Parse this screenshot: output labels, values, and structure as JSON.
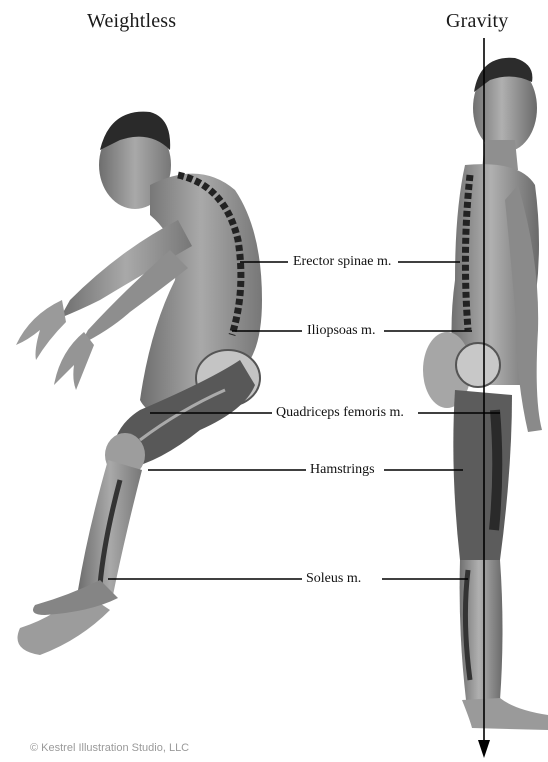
{
  "headings": {
    "left": "Weightless",
    "right": "Gravity"
  },
  "labels": [
    {
      "key": "erector",
      "text": "Erector spinae m."
    },
    {
      "key": "iliopsoas",
      "text": "Iliopsoas m."
    },
    {
      "key": "quadriceps",
      "text": "Quadriceps femoris m."
    },
    {
      "key": "hamstrings",
      "text": "Hamstrings"
    },
    {
      "key": "soleus",
      "text": "Soleus m."
    }
  ],
  "copyright": "© Kestrel Illustration Studio, LLC",
  "colors": {
    "skin_light": "#a8a8a8",
    "skin_mid": "#7e7e7e",
    "skin_dark": "#4a4a4a",
    "muscle": "#2e2e2e",
    "line": "#000000"
  }
}
